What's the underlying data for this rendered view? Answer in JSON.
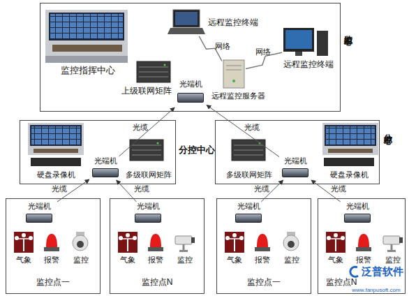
{
  "diagram": {
    "nodes": [
      {
        "text": [
          "监控中心"
        ]
      },
      {
        "text": [
          "远程监控终端"
        ],
        "in": 0
      },
      {
        "text": [
          "远程监控终端"
        ],
        "in": 0
      },
      {
        "text": [
          "光端机"
        ],
        "in": 0
      },
      {
        "text": [
          "远程监控服务器"
        ],
        "in": 0
      },
      {
        "text": [
          "分控中心"
        ]
      },
      {
        "text": [
          "光端机"
        ],
        "in": 5
      },
      {
        "text": [
          "分控中心"
        ]
      },
      {
        "text": [
          "光端机"
        ],
        "in": 7
      },
      {
        "text": [
          "监控点一"
        ]
      },
      {
        "text": [
          "光端机"
        ],
        "in": 9
      },
      {
        "text": [
          "监控点N"
        ]
      },
      {
        "text": [
          "光端机"
        ],
        "in": 11
      },
      {
        "text": [
          "监控点一"
        ]
      },
      {
        "text": [
          "光端机"
        ],
        "in": 13
      },
      {
        "text": [
          "监控点N"
        ]
      },
      {
        "text": [
          "光端机"
        ],
        "in": 15
      }
    ],
    "edges": [
      {
        "from": 4,
        "to": 1,
        "label": "网络",
        "arrow": "none"
      },
      {
        "from": 4,
        "to": 2,
        "label": "网络",
        "arrow": "none"
      },
      {
        "from": 6,
        "to": 3,
        "label": "光缆",
        "arrow": "to"
      },
      {
        "from": 8,
        "to": 3,
        "label": "光缆",
        "arrow": "to"
      },
      {
        "from": 10,
        "to": 6,
        "label": "光缆",
        "arrow": "to"
      },
      {
        "from": 12,
        "to": 6,
        "label": "光缆",
        "arrow": "to"
      },
      {
        "from": 14,
        "to": 8,
        "label": "光缆",
        "arrow": "to"
      },
      {
        "from": 16,
        "to": 8,
        "label": "光缆",
        "arrow": "to"
      }
    ],
    "labels": [
      "监控指挥中心",
      "上级联网矩阵",
      "硬盘录像机",
      "多级联网矩阵",
      "多级联网矩阵",
      "硬盘录像机",
      "气象",
      "报警",
      "监控",
      "气象",
      "报警",
      "监控",
      "气象",
      "报警",
      "监控",
      "气象",
      "报警",
      "监控",
      "泛普软件",
      "www.fanpusoft.com"
    ]
  }
}
